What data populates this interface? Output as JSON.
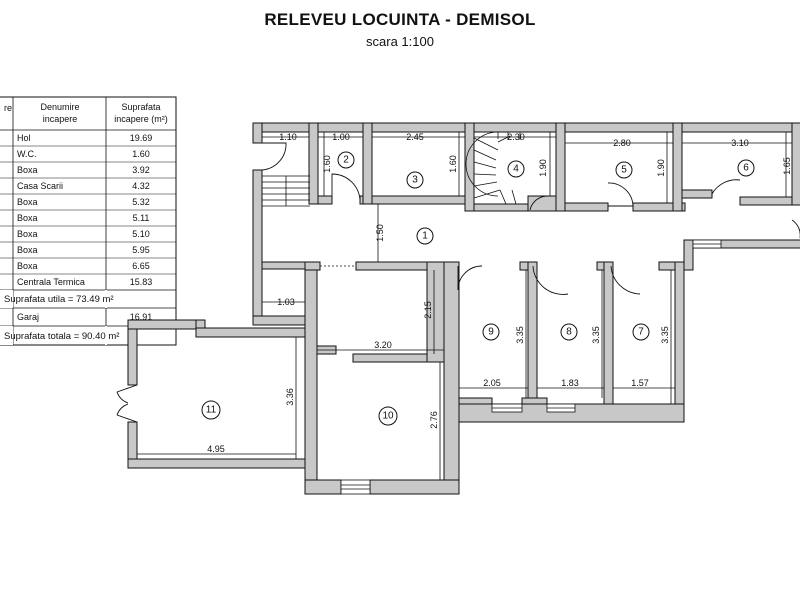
{
  "header": {
    "title": "RELEVEU LOCUINTA - DEMISOL",
    "scale": "scara 1:100"
  },
  "table": {
    "col_nr": "re",
    "col_name_1": "Denumire",
    "col_name_2": "incapere",
    "col_area_1": "Suprafata",
    "col_area_2": "incapere (m²)",
    "rows": [
      {
        "name": "Hol",
        "area": "19.69"
      },
      {
        "name": "W.C.",
        "area": "1.60"
      },
      {
        "name": "Boxa",
        "area": "3.92"
      },
      {
        "name": "Casa Scarii",
        "area": "4.32"
      },
      {
        "name": "Boxa",
        "area": "5.32"
      },
      {
        "name": "Boxa",
        "area": "5.11"
      },
      {
        "name": "Boxa",
        "area": "5.10"
      },
      {
        "name": "Boxa",
        "area": "5.95"
      },
      {
        "name": "Boxa",
        "area": "6.65"
      },
      {
        "name": "Centrala Termica",
        "area": "15.83"
      }
    ],
    "useful_total": "Suprafata utila = 73.49 m²",
    "garage": {
      "name": "Garaj",
      "area": "16.91"
    },
    "grand_total": "Suprafata totala = 90.40 m²"
  },
  "rooms": {
    "r1": "1",
    "r2": "2",
    "r3": "3",
    "r4": "4",
    "r5": "5",
    "r6": "6",
    "r7": "7",
    "r8": "8",
    "r9": "9",
    "r10": "10",
    "r11": "11"
  },
  "dims": {
    "d110": "1.10",
    "d100": "1.00",
    "d245": "2.45",
    "d230": "2.30",
    "d280": "2.80",
    "d310": "3.10",
    "d160a": "1.60",
    "d160b": "1.60",
    "d190a": "1.90",
    "d190b": "1.90",
    "d165": "1.65",
    "d150": "1.50",
    "d103": "1.03",
    "d215": "2.15",
    "d320": "3.20",
    "d335a": "3.35",
    "d335b": "3.35",
    "d335c": "3.35",
    "d205": "2.05",
    "d183": "1.83",
    "d157": "1.57",
    "d336": "3.36",
    "d495": "4.95",
    "d276": "2.76"
  },
  "colors": {
    "wall": "#c8c8c8",
    "line": "#111111"
  }
}
